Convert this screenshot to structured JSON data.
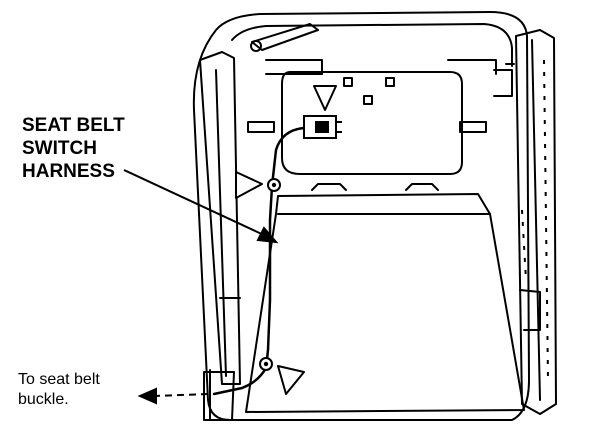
{
  "callout": {
    "line1": "SEAT BELT",
    "line2": "SWITCH",
    "line3": "HARNESS"
  },
  "note": {
    "line1": "To seat belt",
    "line2": "buckle."
  },
  "colors": {
    "ink": "#000000",
    "paper": "#ffffff"
  }
}
